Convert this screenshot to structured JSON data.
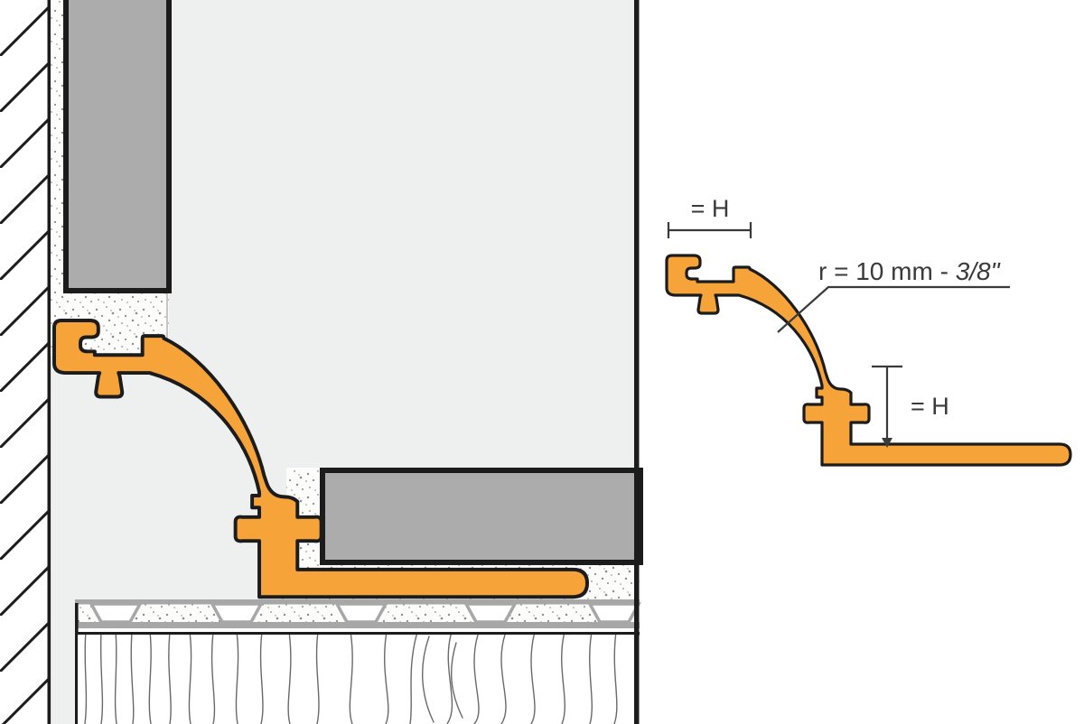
{
  "profile_diagram": {
    "top_width_label": "= H",
    "radius_label_prefix": "r = 10 mm - ",
    "radius_label_fraction": "3/8\"",
    "height_label": "= H"
  },
  "colors": {
    "profile_orange": "#F6A33A",
    "tile_gray": "#ACACAC",
    "background_gray": "#EDF0EE",
    "membrane_gray": "#A7A7A7",
    "stipple_dot_gray": "#8C8C8C",
    "outline_black": "#1C1C1C",
    "dimension_gray": "#3A3A3A"
  }
}
